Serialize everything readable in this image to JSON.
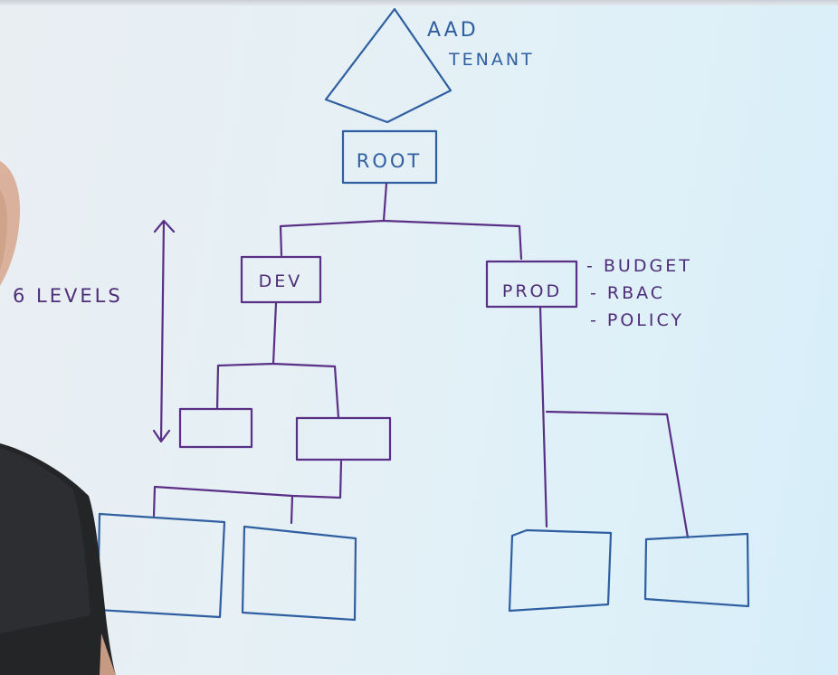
{
  "tenant": {
    "line1": "AAD",
    "line2": "TENANT"
  },
  "nodes": {
    "root": "ROOT",
    "dev": "DEV",
    "prod": "PROD"
  },
  "levels_label": "6 LEVELS",
  "prod_attributes": [
    "- BUDGET",
    "- RBAC",
    "- POLICY"
  ],
  "ink_colors": {
    "blue": "#2f5fa0",
    "purple": "#5a2f86"
  }
}
